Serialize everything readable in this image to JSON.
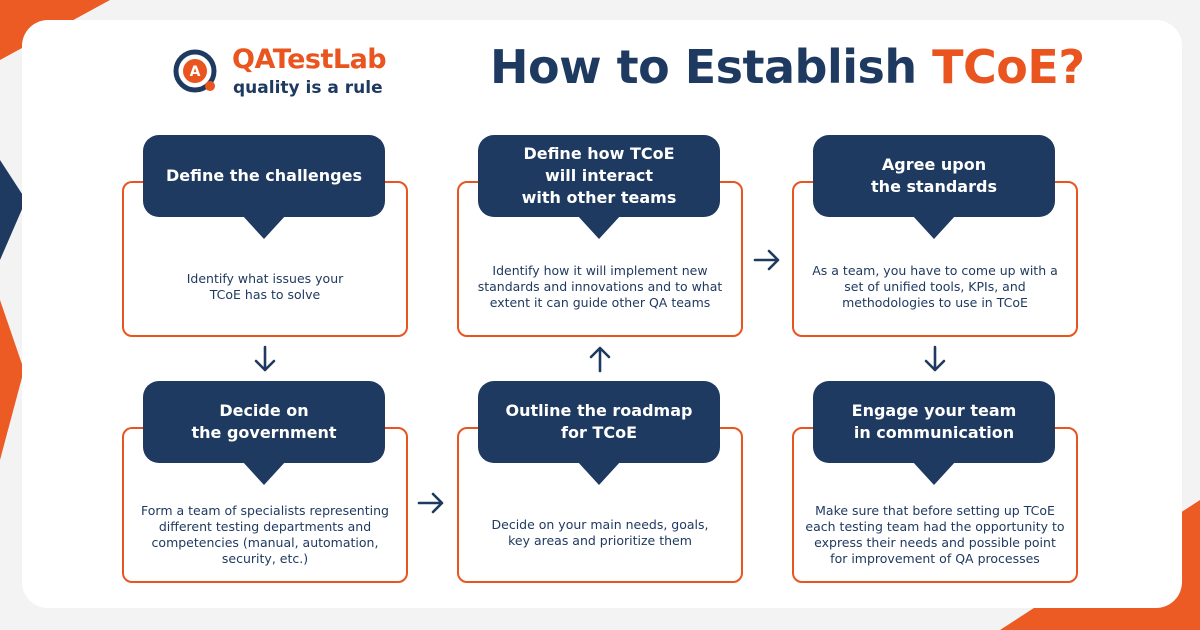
{
  "logo": {
    "brand": "QATestLab",
    "tagline": "quality is a rule"
  },
  "title": {
    "main": "How to Establish ",
    "accent": "TCoE?"
  },
  "colors": {
    "navy": "#1f3a60",
    "orange": "#e9541f",
    "background": "#f3f3f3",
    "card": "#ffffff"
  },
  "steps": [
    {
      "title": "Define the challenges",
      "description": "Identify what issues your\nTCoE has to solve"
    },
    {
      "title": "Define how TCoE\nwill interact\nwith other teams",
      "description": "Identify how it will implement new\nstandards and innovations and to what\nextent it can guide other QA teams"
    },
    {
      "title": "Agree upon\nthe standards",
      "description": "As a team, you have to come up with a\nset of unified tools, KPIs, and\nmethodologies to use in TCoE"
    },
    {
      "title": "Decide on\nthe government",
      "description": "Form a team of specialists representing\ndifferent testing departments and\ncompetencies (manual, automation,\nsecurity, etc.)"
    },
    {
      "title": "Outline the roadmap\nfor TCoE",
      "description": "Decide on your main needs, goals,\nkey areas and prioritize them"
    },
    {
      "title": "Engage your team\nin communication",
      "description": "Make sure that before setting up TCoE\neach testing team had the opportunity to\nexpress their needs and possible point\nfor improvement of QA processes"
    }
  ],
  "flow": [
    {
      "from": 0,
      "to": 3,
      "direction": "down"
    },
    {
      "from": 3,
      "to": 4,
      "direction": "right"
    },
    {
      "from": 4,
      "to": 1,
      "direction": "up"
    },
    {
      "from": 1,
      "to": 2,
      "direction": "right"
    },
    {
      "from": 2,
      "to": 5,
      "direction": "down"
    }
  ]
}
